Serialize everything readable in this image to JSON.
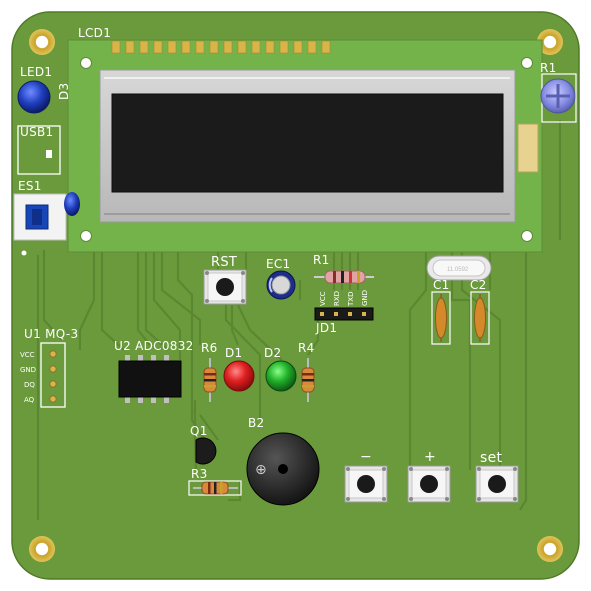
{
  "board": {
    "lcd_label": "LCD1",
    "led1_label": "LED1",
    "usb_label": "USB1",
    "es_label": "ES1",
    "d3_label": "D3",
    "r1_pot_label": "R1",
    "sensor_label": "U1 MQ-3",
    "sensor_pins": [
      "VCC",
      "GND",
      "DQ",
      "AQ"
    ],
    "adc_label": "U2 ADC0832",
    "rst_label": "RST",
    "ec1_label": "EC1",
    "r1_res_label": "R1",
    "jd1_label": "JD1",
    "jd1_pins": [
      "VCC",
      "RXD",
      "TXD",
      "GND"
    ],
    "crystal_text": "11.0592",
    "c1_label": "C1",
    "c2_label": "C2",
    "r6_label": "R6",
    "d1_label": "D1",
    "d2_label": "D2",
    "r4_label": "R4",
    "q1_label": "Q1",
    "r3_label": "R3",
    "b2_label": "B2",
    "btn_minus_label": "−",
    "btn_plus_label": "+",
    "btn_set_label": "set"
  },
  "colors": {
    "pcb": "#6b9a3c",
    "trace": "#5d8a31",
    "led_red": "#e02020",
    "led_green": "#22b22a",
    "led_blue": "#1f3fbf",
    "lcd_board": "#74b24a",
    "lcd_screen": "#1b1b1b"
  }
}
